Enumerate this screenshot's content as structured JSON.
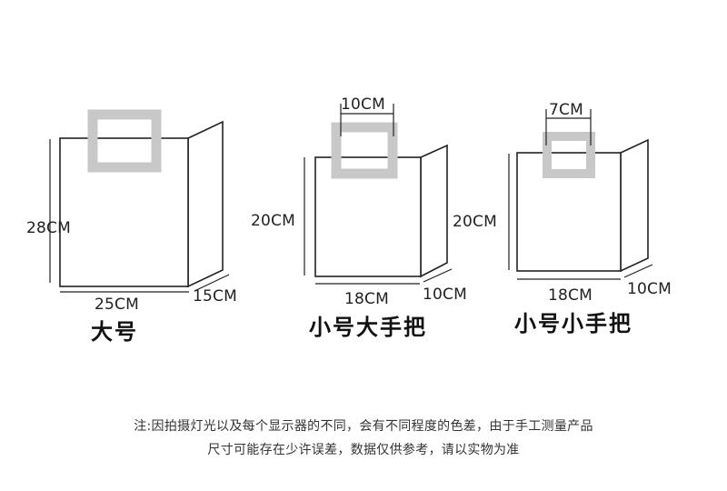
{
  "bags": [
    {
      "name": "大号",
      "width": "25CM",
      "height": "28CM",
      "depth": "15CM",
      "handle": ""
    },
    {
      "name": "小号大手把",
      "width": "18CM",
      "height": "20CM",
      "depth": "10CM",
      "handle": "10CM"
    },
    {
      "name": "小号小手把",
      "width": "18CM",
      "height": "20CM",
      "depth": "10CM",
      "handle": "7CM"
    }
  ],
  "note": {
    "line1": "注:因拍摄灯光以及每个显示器的不同，会有不同程度的色差，由于手工测量产品",
    "line2": "尺寸可能存在少许误差，数据仅供参考，请以实物为准"
  },
  "colors": {
    "outline": "#222222",
    "handle_fill": "#c8c8c8",
    "handle_stroke": "#a8a8a8"
  }
}
